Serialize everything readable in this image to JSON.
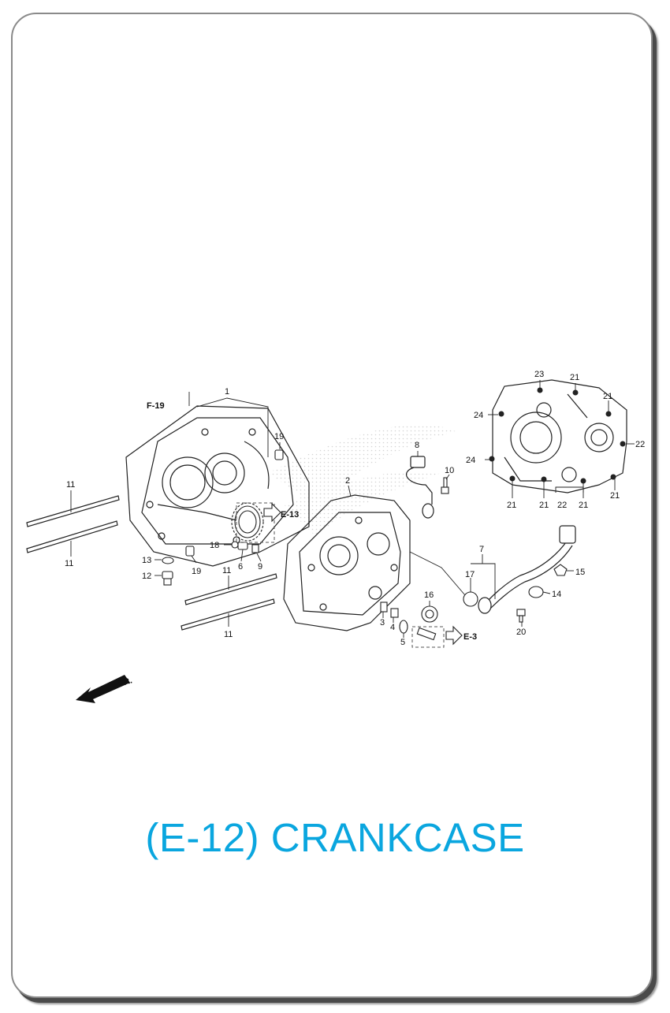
{
  "title": "(E-12) CRANKCASE",
  "colors": {
    "title": "#0aa6df",
    "line": "#222222",
    "card_border": "#8a8a8a",
    "card_shadow": "#4a4a4a"
  },
  "refs": {
    "f19": "F-19",
    "e13": "E-13",
    "e3": "E-3",
    "front": "FR."
  },
  "callouts": {
    "c1": "1",
    "c2": "2",
    "c3": "3",
    "c4": "4",
    "c5": "5",
    "c6": "6",
    "c7": "7",
    "c8": "8",
    "c9": "9",
    "c10": "10",
    "c11a": "11",
    "c11b": "11",
    "c11c": "11",
    "c11d": "11",
    "c12": "12",
    "c13": "13",
    "c14": "14",
    "c15": "15",
    "c16": "16",
    "c17": "17",
    "c18": "18",
    "c19a": "19",
    "c19b": "19",
    "c20": "20",
    "c21a": "21",
    "c21b": "21",
    "c21c": "21",
    "c21d": "21",
    "c21e": "21",
    "c21f": "21",
    "c22a": "22",
    "c22b": "22",
    "c23": "23",
    "c24a": "24",
    "c24b": "24"
  }
}
